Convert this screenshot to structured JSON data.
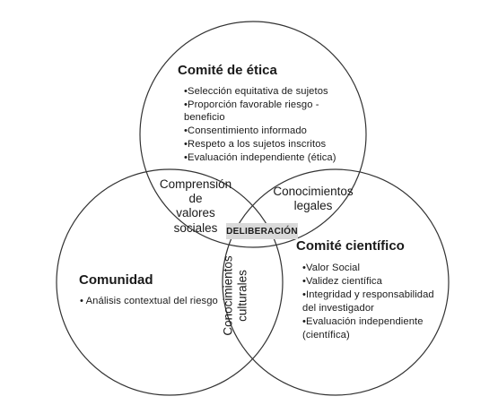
{
  "badge": "DELIBERACIÓN",
  "etica": {
    "title": "Comité de ética",
    "items": [
      "•Selección equitativa de sujetos",
      "•Proporción favorable riesgo -",
      "beneficio",
      "•Consentimiento informado",
      "•Respeto a los sujetos inscritos",
      "•Evaluación independiente (ética)"
    ]
  },
  "cientifico": {
    "title": "Comité científico",
    "items": [
      "•Valor Social",
      "•Validez científica",
      "•Integridad y responsabilidad",
      "del investigador",
      "•Evaluación independiente",
      "(científica)"
    ]
  },
  "comunidad": {
    "title": "Comunidad",
    "items": [
      "• Análisis contextual del riesgo"
    ]
  },
  "overlaps": {
    "comprension": [
      "Comprensión de",
      "valores",
      "sociales"
    ],
    "legales": [
      "Conocimientos",
      "legales"
    ],
    "culturales": [
      "Conocimientos",
      "culturales"
    ]
  }
}
